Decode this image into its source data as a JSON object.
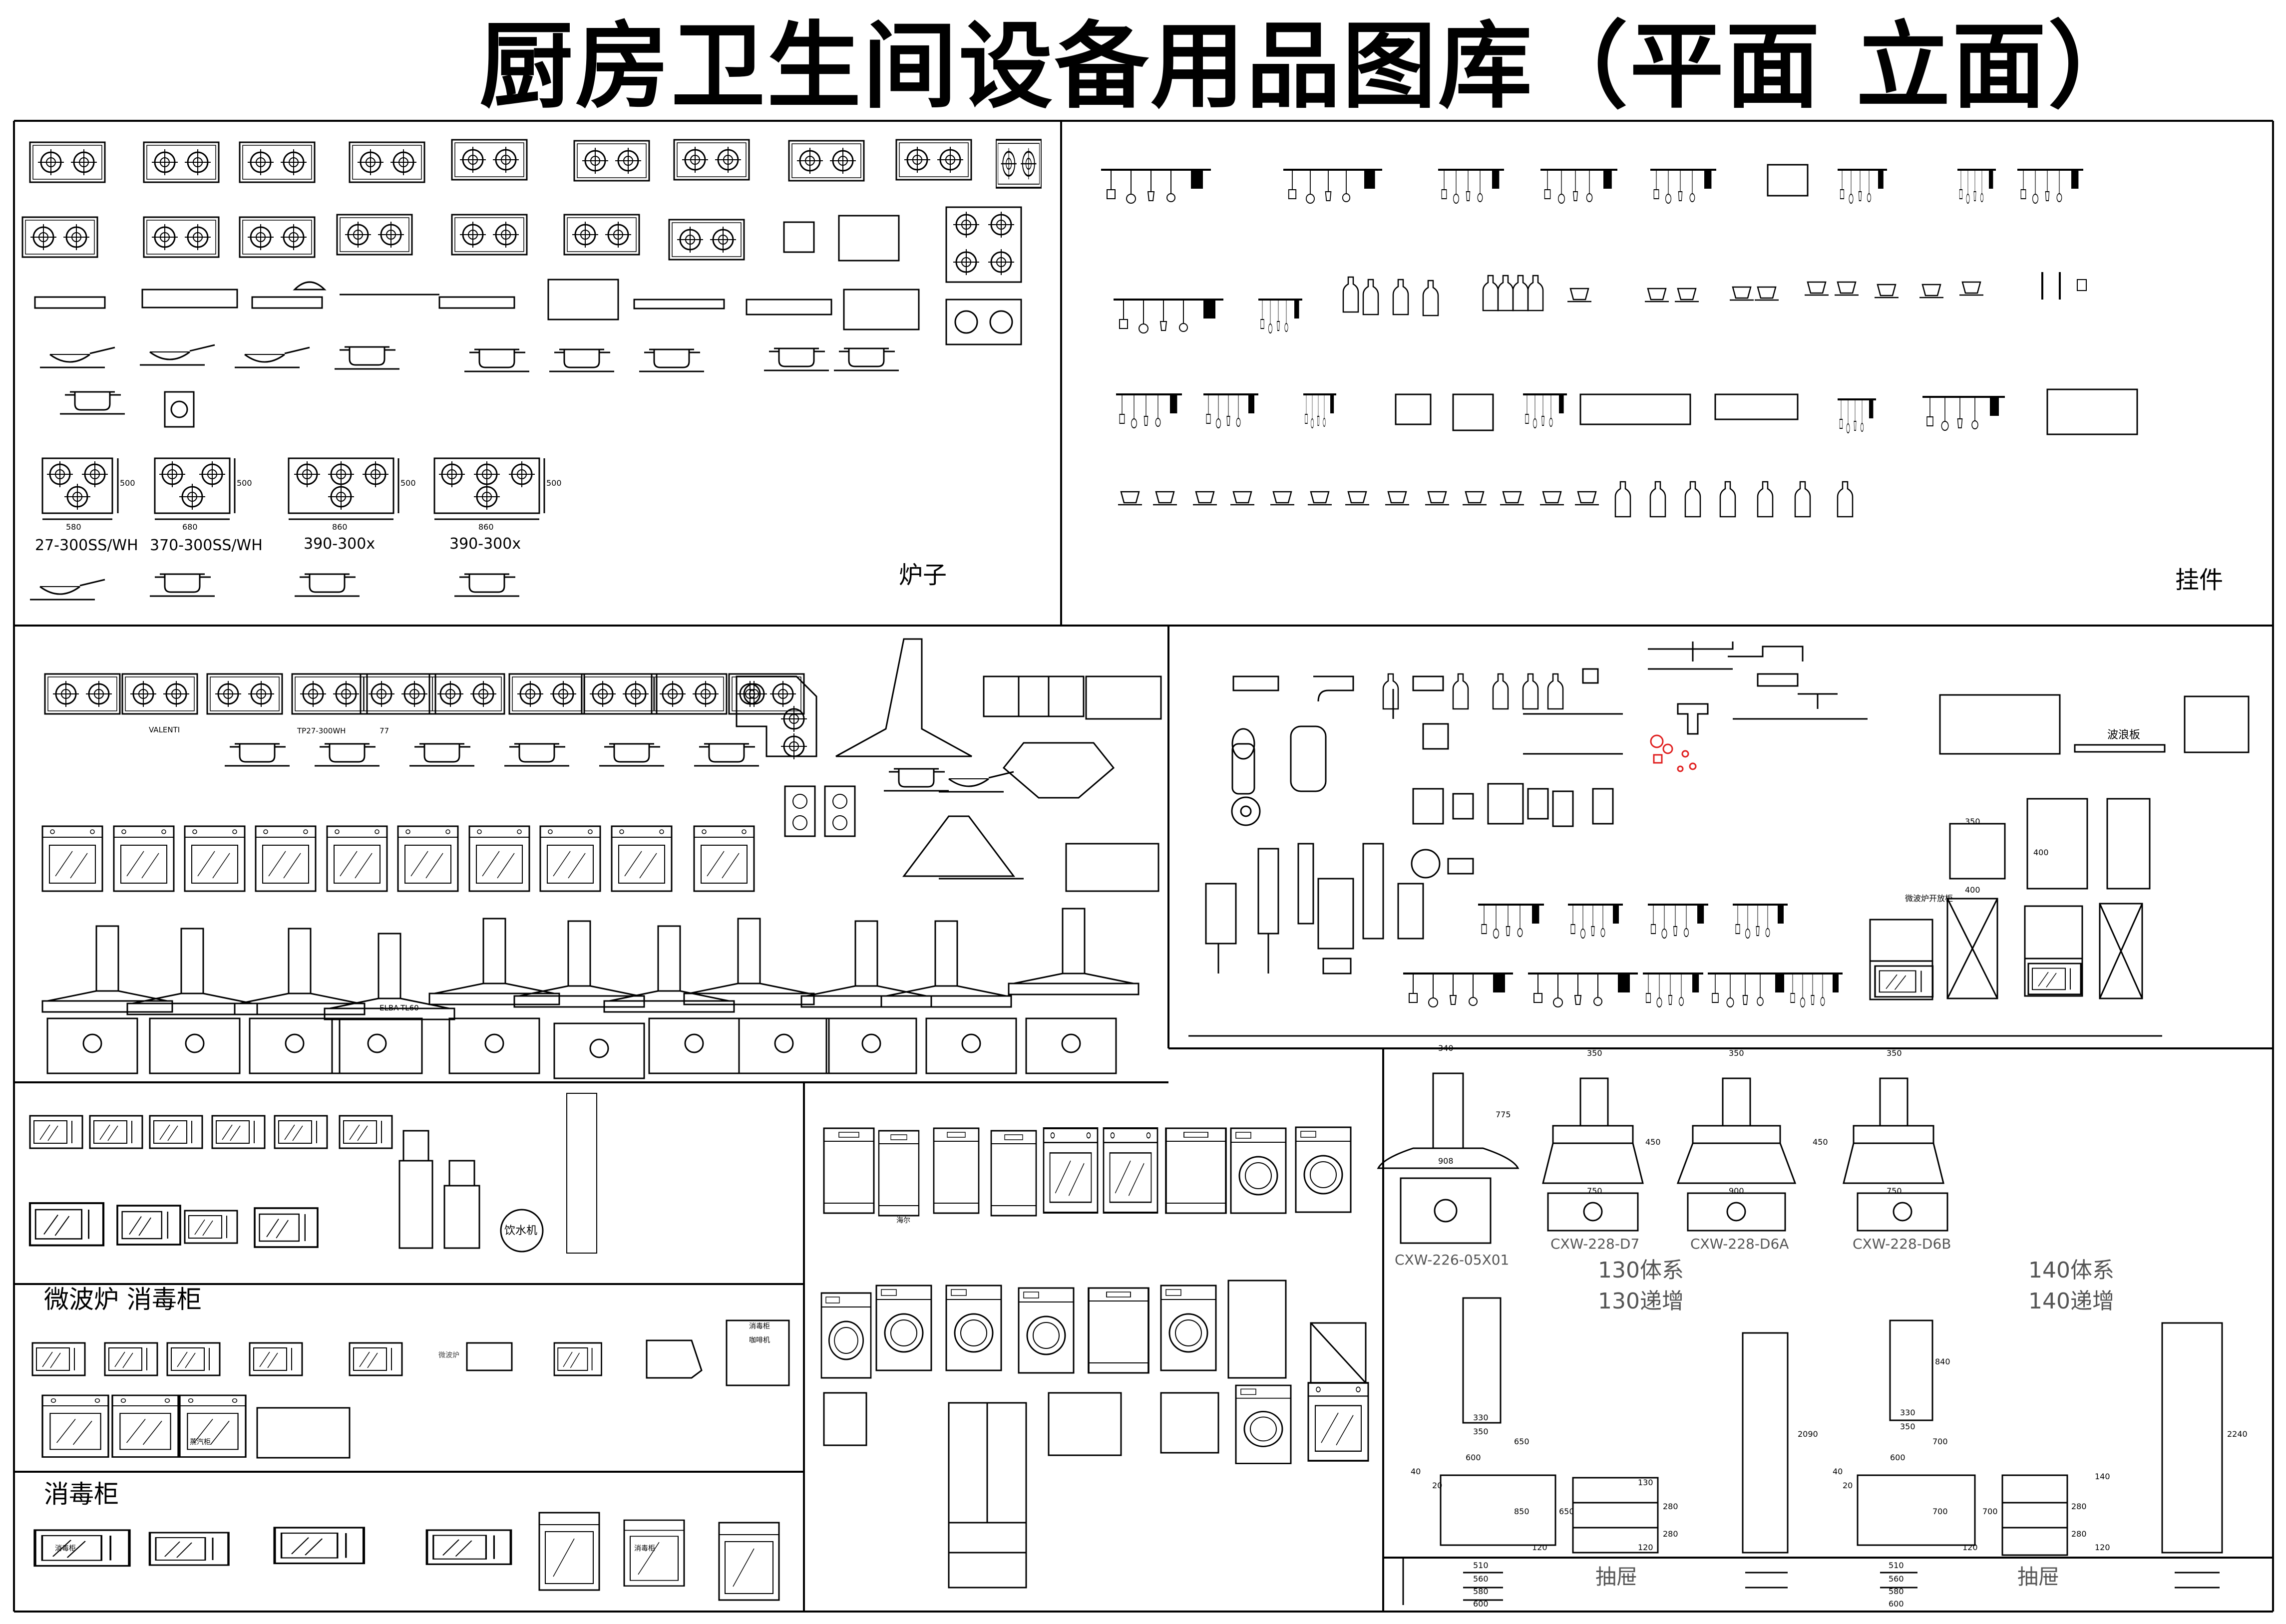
{
  "title": "厨房卫生间设备用品图库（平面 立面）",
  "sections": {
    "stove": "炉子",
    "hanger": "挂件",
    "microwave_sterilizer": "微波炉 消毒柜",
    "sterilizer": "消毒柜",
    "drawer_left": "抽屉",
    "drawer_right": "抽屉"
  },
  "stove_models": [
    "27-300SS/WH",
    "370-300SS/WH",
    "390-300x",
    "390-300x"
  ],
  "stove_dims": {
    "widths": [
      "580",
      "680",
      "860",
      "860"
    ],
    "depth": "500"
  },
  "hood_models": [
    "CXW-226-05X01",
    "CXW-228-D7",
    "CXW-228-D6A",
    "CXW-228-D6B"
  ],
  "hood_dims": {
    "w1": "340",
    "h1": "775",
    "w1b": "908",
    "w2": "350",
    "h2": "450",
    "w2b": "750",
    "w3": "350",
    "w3b": "900",
    "w4": "350",
    "h4": "450",
    "w4b": "750"
  },
  "system_notes": [
    "130体系",
    "130递增",
    "140体系",
    "140递增"
  ],
  "misc_labels": {
    "valenti": "VALENTI",
    "p727": "TP27-300WH",
    "p77": "77",
    "elba": "ELBA-TL60",
    "wave_board": "波浪板",
    "microwave_open": "微波炉开放柜",
    "drinking_fountain": "饮水机",
    "haier": "海尔",
    "mw_small": "微波炉",
    "dis1": "消毒柜",
    "dis2": "消毒柜",
    "coffee": "咖啡机",
    "steam": "蒸汽柜",
    "sterilizer_text": "消毒柜"
  },
  "cabinet_dims": {
    "left": [
      "330",
      "350",
      "600",
      "40",
      "20",
      "650",
      "850",
      "120",
      "510",
      "560",
      "580",
      "600",
      "130",
      "280",
      "280",
      "120",
      "650",
      "2090"
    ],
    "right": [
      "840",
      "330",
      "350",
      "600",
      "40",
      "20",
      "700",
      "700",
      "120",
      "510",
      "560",
      "580",
      "600",
      "140",
      "280",
      "280",
      "120",
      "700",
      "2240"
    ]
  },
  "mw_dims": [
    "350",
    "400",
    "400"
  ],
  "colors": {
    "line": "#000000",
    "accent": "#e02020"
  }
}
